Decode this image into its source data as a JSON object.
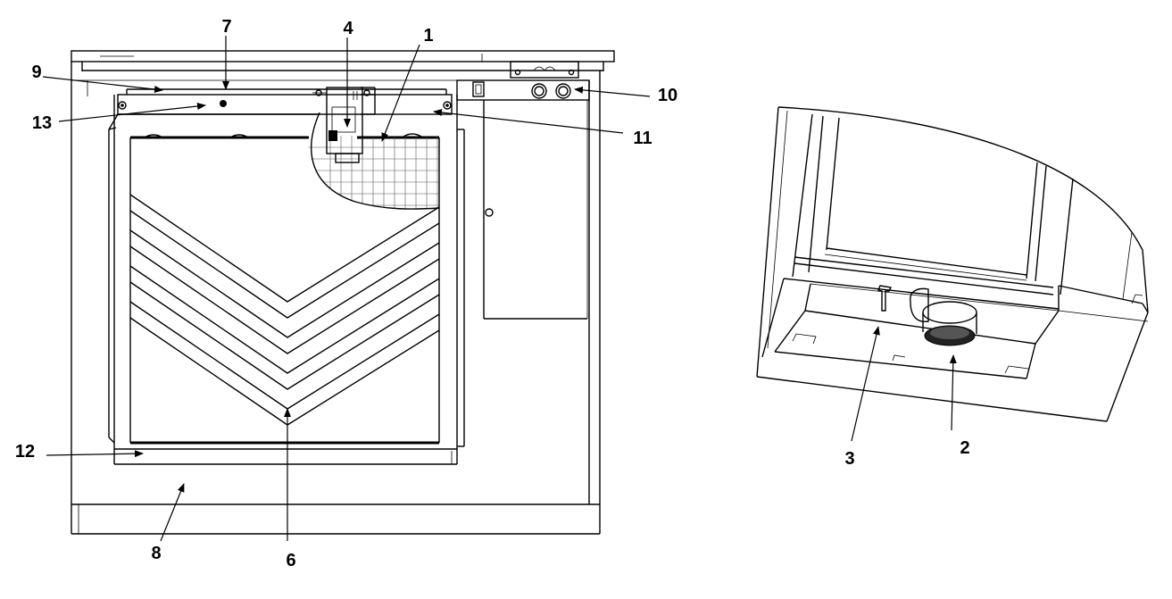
{
  "callouts": {
    "c1": "1",
    "c2": "2",
    "c3": "3",
    "c4": "4",
    "c6": "6",
    "c7": "7",
    "c8": "8",
    "c9": "9",
    "c10": "10",
    "c11": "11",
    "c12": "12",
    "c13": "13"
  }
}
